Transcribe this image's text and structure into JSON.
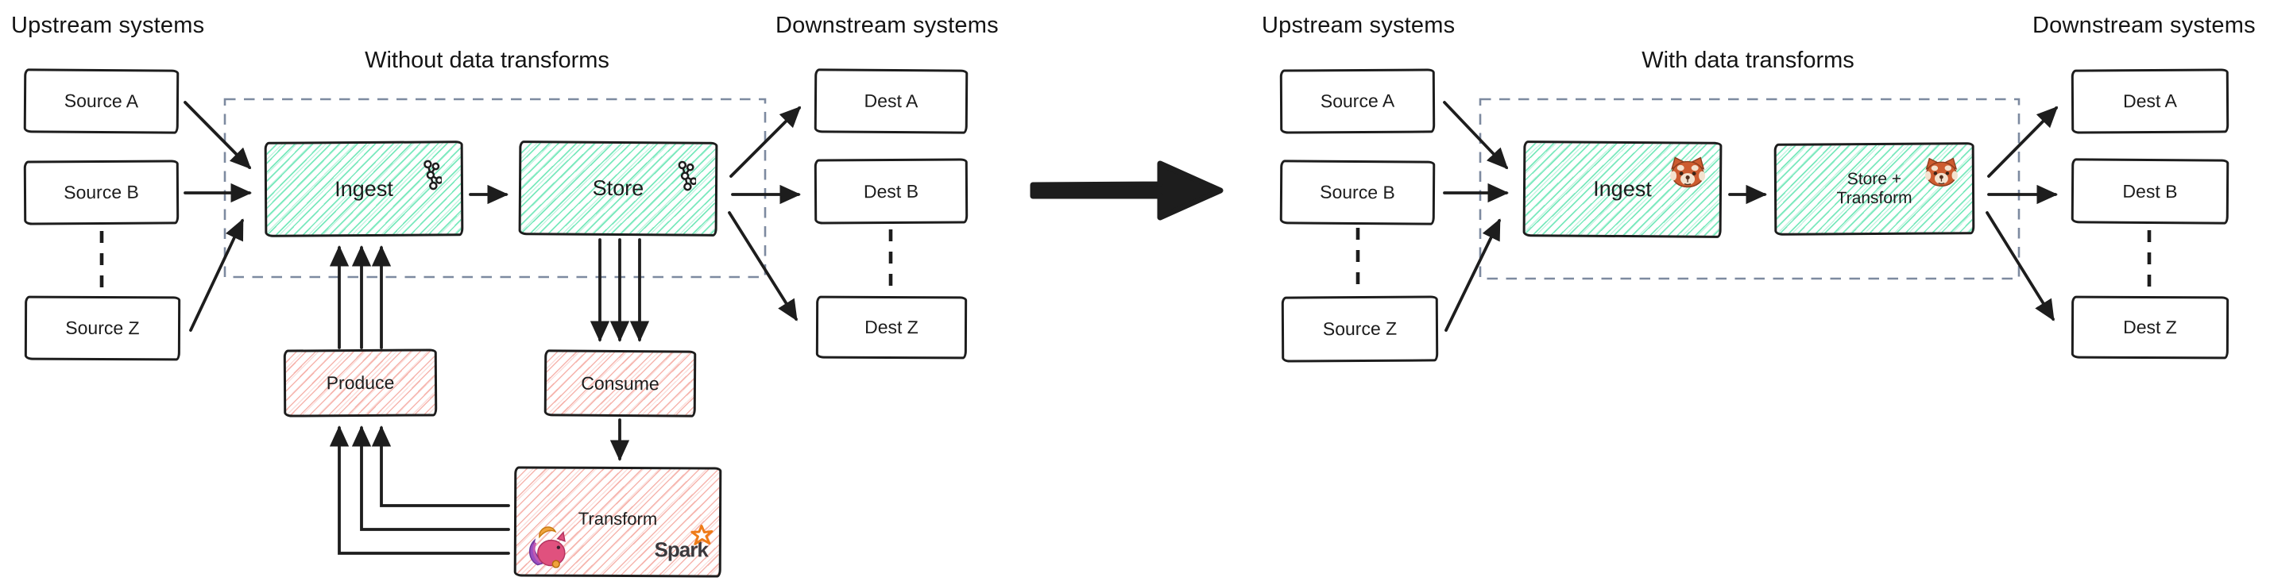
{
  "colors": {
    "ink": "#1d1d1d",
    "teal_hatch": "#7ae9bd",
    "pink_hatch": "#f6b5ae",
    "dashed_box": "#7d8aa0",
    "spark_orange": "#ee7b18",
    "spark_text": "#3b393d",
    "flink_pink": "#e0517e",
    "flink_purple": "#9a4ec0",
    "flink_orange": "#f0a43c",
    "panda_rust": "#cd5c30",
    "panda_cream": "#f3e2cf"
  },
  "left": {
    "upstream_label": "Upstream systems",
    "title": "Without data transforms",
    "downstream_label": "Downstream systems",
    "sources": [
      "Source A",
      "Source B",
      "Source Z"
    ],
    "dests": [
      "Dest A",
      "Dest B",
      "Dest Z"
    ],
    "ingest_label": "Ingest",
    "store_label": "Store",
    "produce_label": "Produce",
    "consume_label": "Consume",
    "transform_label": "Transform",
    "spark_wordmark": "Spark"
  },
  "right": {
    "upstream_label": "Upstream systems",
    "title": "With data transforms",
    "downstream_label": "Downstream systems",
    "sources": [
      "Source A",
      "Source B",
      "Source Z"
    ],
    "dests": [
      "Dest A",
      "Dest B",
      "Dest Z"
    ],
    "ingest_label": "Ingest",
    "store_transform_lines": [
      "Store +",
      "Transform"
    ]
  },
  "icons": {
    "kafka": "apache-kafka-logo",
    "redpanda": "redpanda-logo",
    "flink": "apache-flink-squirrel-logo",
    "spark_star": "spark-star-logo"
  }
}
